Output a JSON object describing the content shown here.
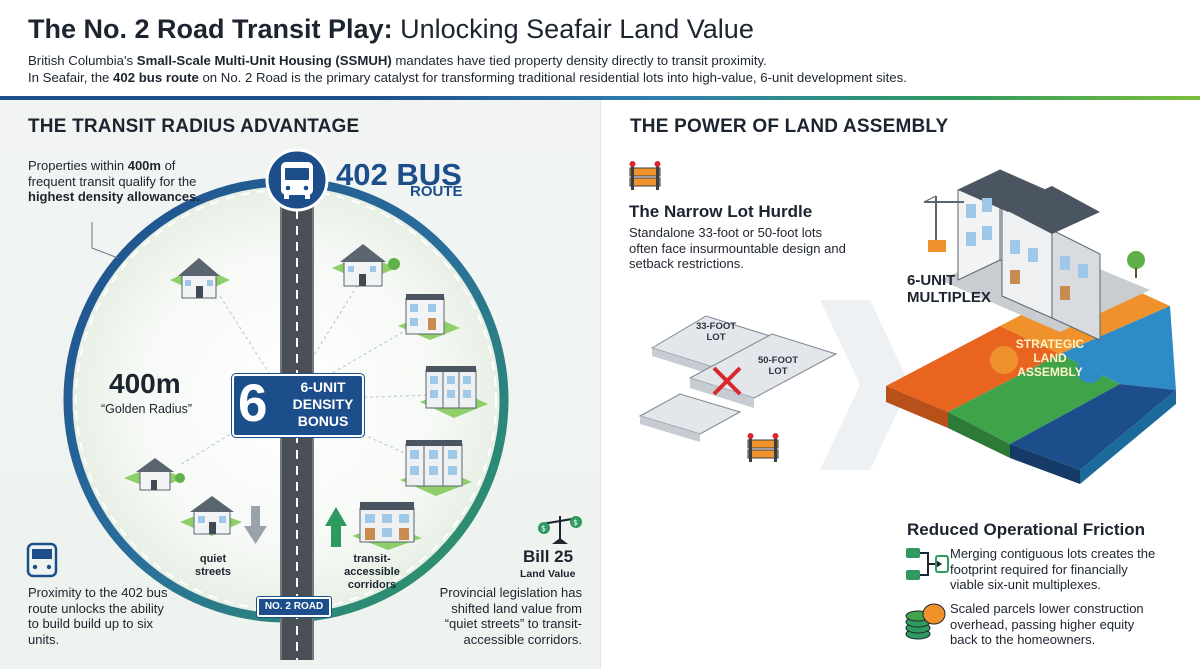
{
  "header": {
    "title_bold": "The No. 2 Road Transit Play:",
    "title_light": "Unlocking Seafair Land Value",
    "line1_pre": "British Columbia's ",
    "line1_bold": "Small-Scale Multi-Unit Housing (SSMUH)",
    "line1_post": " mandates have tied property density directly to transit proximity.",
    "line2_pre": "In Seafair, the ",
    "line2_bold": "402 bus route",
    "line2_post": " on No. 2 Road is the primary catalyst for transforming traditional residential lots into high-value, 6-unit development sites."
  },
  "left": {
    "section_title": "THE TRANSIT RADIUS ADVANTAGE",
    "radius_text_pre": "Properties within ",
    "radius_text_bold1": "400m",
    "radius_text_mid": " of frequent transit qualify for the ",
    "radius_text_bold2": "highest density allowances.",
    "bus_number": "402 BUS",
    "bus_route": "ROUTE",
    "golden_value": "400m",
    "golden_label": "“Golden Radius”",
    "density_number": "6",
    "density_text": "6-UNIT DENSITY BONUS",
    "quiet_label": "quiet streets",
    "corridor_label": "transit-accessible corridors",
    "road_sign": "NO. 2 ROAD",
    "proximity_text": "Proximity to the 402 bus route unlocks the ability  to build build up to six units.",
    "bill_title": "Bill 25",
    "bill_sub": "Land Value",
    "bill_text": "Provincial legislation has shifted land value from “quiet streets” to transit-accessible corridors."
  },
  "right": {
    "section_title": "THE POWER OF LAND ASSEMBLY",
    "hurdle_title": "The Narrow Lot Hurdle",
    "hurdle_text": "Standalone 33-foot or 50-foot lots often face insurmountable design and setback restrictions.",
    "multiplex_label": "6-UNIT MULTIPLEX",
    "lot_33": "33-FOOT LOT",
    "lot_50": "50-FOOT LOT",
    "puzzle_label": "STRATEGIC LAND ASSEMBLY",
    "friction_title": "Reduced Operational Friction",
    "friction_point1": "Merging contiguous lots creates the footprint required for financially viable six-unit multiplexes.",
    "friction_point2": "Scaled parcels lower construction overhead, passing higher equity back to the homeowners."
  },
  "colors": {
    "navy": "#1d4e8c",
    "green": "#2e9a5f",
    "orange": "#f0922b",
    "teal": "#2d8bc5",
    "red": "#d8282e"
  },
  "icons": [
    "bus-icon",
    "house-icon",
    "townhouse-icon",
    "arrow-up-icon",
    "arrow-down-icon",
    "scale-icon",
    "barrier-icon",
    "puzzle-icon",
    "crane-icon",
    "merge-icon",
    "coins-icon",
    "x-mark-icon"
  ]
}
